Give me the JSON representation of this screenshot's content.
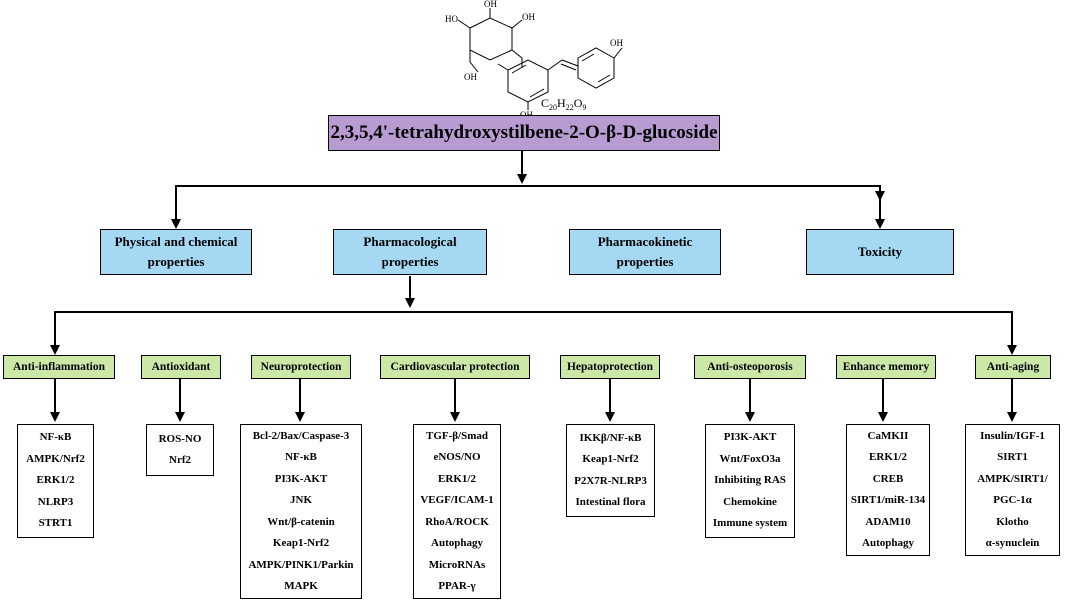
{
  "molecule": {
    "formula": {
      "base1": "C",
      "n1": "20",
      "base2": "H",
      "n2": "22",
      "base3": "O",
      "n3": "9"
    },
    "oh_labels": [
      "HO",
      "OH",
      "OH",
      "OH",
      "OH",
      "OH"
    ]
  },
  "title": "2,3,5,4'-tetrahydroxystilbene-2-O-β-D-glucoside",
  "categories": [
    {
      "line1": "Physical and chemical",
      "line2": "properties"
    },
    {
      "line1": "Pharmacological",
      "line2": "properties"
    },
    {
      "line1": "Pharmacokinetic",
      "line2": "properties"
    },
    {
      "line1": "Toxicity",
      "line2": ""
    }
  ],
  "properties": [
    {
      "label": "Anti-inflammation",
      "items": [
        "NF-κB",
        "AMPK/Nrf2",
        "ERK1/2",
        "NLRP3",
        "STRT1"
      ]
    },
    {
      "label": "Antioxidant",
      "items": [
        "ROS-NO",
        "Nrf2"
      ]
    },
    {
      "label": "Neuroprotection",
      "items": [
        "Bcl-2/Bax/Caspase-3",
        "NF-κB",
        "PI3K-AKT",
        "JNK",
        "Wnt/β-catenin",
        "Keap1-Nrf2",
        "AMPK/PINK1/Parkin",
        "MAPK"
      ]
    },
    {
      "label": "Cardiovascular protection",
      "items": [
        "TGF-β/Smad",
        "eNOS/NO",
        "ERK1/2",
        "VEGF/ICAM-1",
        "RhoA/ROCK",
        "Autophagy",
        "MicroRNAs",
        "PPAR-γ"
      ]
    },
    {
      "label": "Hepatoprotection",
      "items": [
        "IKKβ/NF-κB",
        "Keap1-Nrf2",
        "P2X7R-NLRP3",
        "Intestinal flora"
      ]
    },
    {
      "label": "Anti-osteoporosis",
      "items": [
        "PI3K-AKT",
        "Wnt/FoxO3a",
        "Inhibiting RAS",
        "Chemokine",
        "Immune system"
      ]
    },
    {
      "label": "Enhance memory",
      "items": [
        "CaMKII",
        "ERK1/2",
        "CREB",
        "SIRT1/miR-134",
        "ADAM10",
        "Autophagy"
      ]
    },
    {
      "label": "Anti-aging",
      "items": [
        "Insulin/IGF-1",
        "SIRT1",
        "AMPK/SIRT1/",
        "PGC-1α",
        "Klotho",
        "α-synuclein"
      ]
    }
  ]
}
